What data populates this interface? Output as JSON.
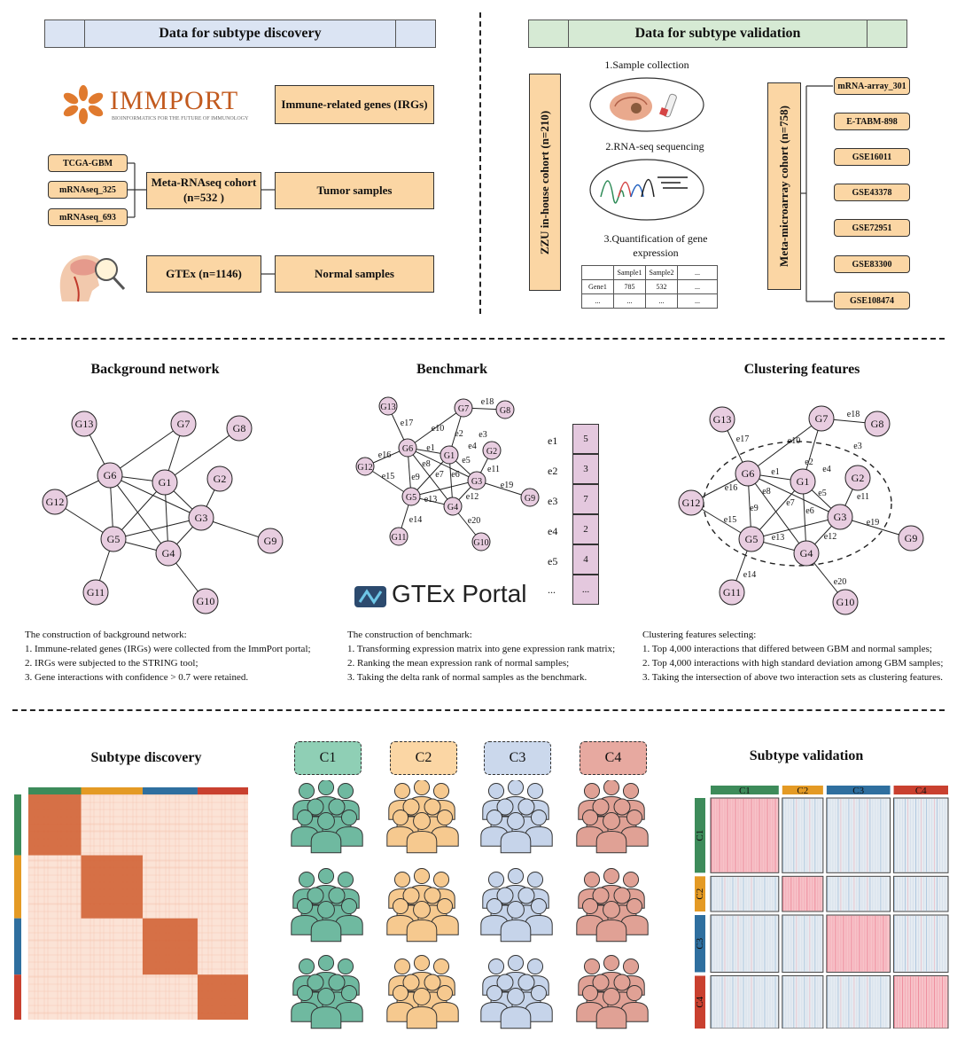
{
  "discovery": {
    "header": "Data for subtype discovery",
    "immport_logo": "IMMPORT",
    "immport_tagline": "BIOINFORMATICS FOR THE FUTURE OF IMMUNOLOGY",
    "irg_box": "Immune-related genes (IRGs)",
    "sources": [
      "TCGA-GBM",
      "mRNAseq_325",
      "mRNAseq_693"
    ],
    "meta_box": "Meta-RNAseq cohort (n=532 )",
    "tumor_box": "Tumor samples",
    "gtex_box": "GTEx (n=1146)",
    "normal_box": "Normal samples"
  },
  "validation": {
    "header": "Data for subtype validation",
    "zzu_box": "ZZU in-house cohort (n=210)",
    "step1": "1.Sample collection",
    "step2": "2.RNA-seq sequencing",
    "step3": "3.Quantification of gene expression",
    "table": {
      "header": [
        "",
        "Sample1",
        "Sample2",
        "..."
      ],
      "rows": [
        [
          "Gene1",
          "785",
          "532",
          "..."
        ],
        [
          "...",
          "...",
          "...",
          "..."
        ]
      ]
    },
    "meta_box": "Meta-microarray cohort (n=758)",
    "datasets": [
      "mRNA-array_301",
      "E-TABM-898",
      "GSE16011",
      "GSE43378",
      "GSE72951",
      "GSE83300",
      "GSE108474"
    ]
  },
  "network": {
    "background_title": "Background network",
    "benchmark_title": "Benchmark",
    "clustering_title": "Clustering features",
    "gtex_portal": "GTEx Portal",
    "bench_labels": [
      "e1",
      "e2",
      "e3",
      "e4",
      "e5",
      "..."
    ],
    "bench_values": [
      "5",
      "3",
      "7",
      "2",
      "4",
      "..."
    ],
    "background_desc": [
      "The construction of background network:",
      "1. Immune-related genes (IRGs) were collected from the ImmPort portal;",
      "2. IRGs were subjected to the STRING tool;",
      "3. Gene interactions with confidence > 0.7 were retained."
    ],
    "benchmark_desc": [
      "The construction of benchmark:",
      "1. Transforming expression matrix into gene expression rank matrix;",
      "2. Ranking the mean expression rank of normal samples;",
      "3. Taking the delta rank of normal samples as the benchmark."
    ],
    "clustering_desc": [
      "Clustering features selecting:",
      "1. Top 4,000 interactions that differed between GBM and normal samples;",
      "2. Top 4,000 interactions with high standard deviation among GBM samples;",
      "3. Taking the intersection of above two interaction sets as clustering features."
    ]
  },
  "subtypes": {
    "discovery_title": "Subtype discovery",
    "validation_title": "Subtype validation",
    "clusters": [
      "C1",
      "C2",
      "C3",
      "C4"
    ],
    "cluster_colors": [
      "#3d8b5a",
      "#e49a24",
      "#2f6f9f",
      "#c9402f"
    ],
    "tag_fills": [
      "#8fcfb5",
      "#fbd6a4",
      "#cbd8ec",
      "#e7a9a0"
    ],
    "people_fills": [
      "#6fb9a0",
      "#f6c98f",
      "#c6d4ea",
      "#e0a195"
    ],
    "heatmap_colors": {
      "high": "#d2663a",
      "low": "#fbe3d6"
    }
  }
}
